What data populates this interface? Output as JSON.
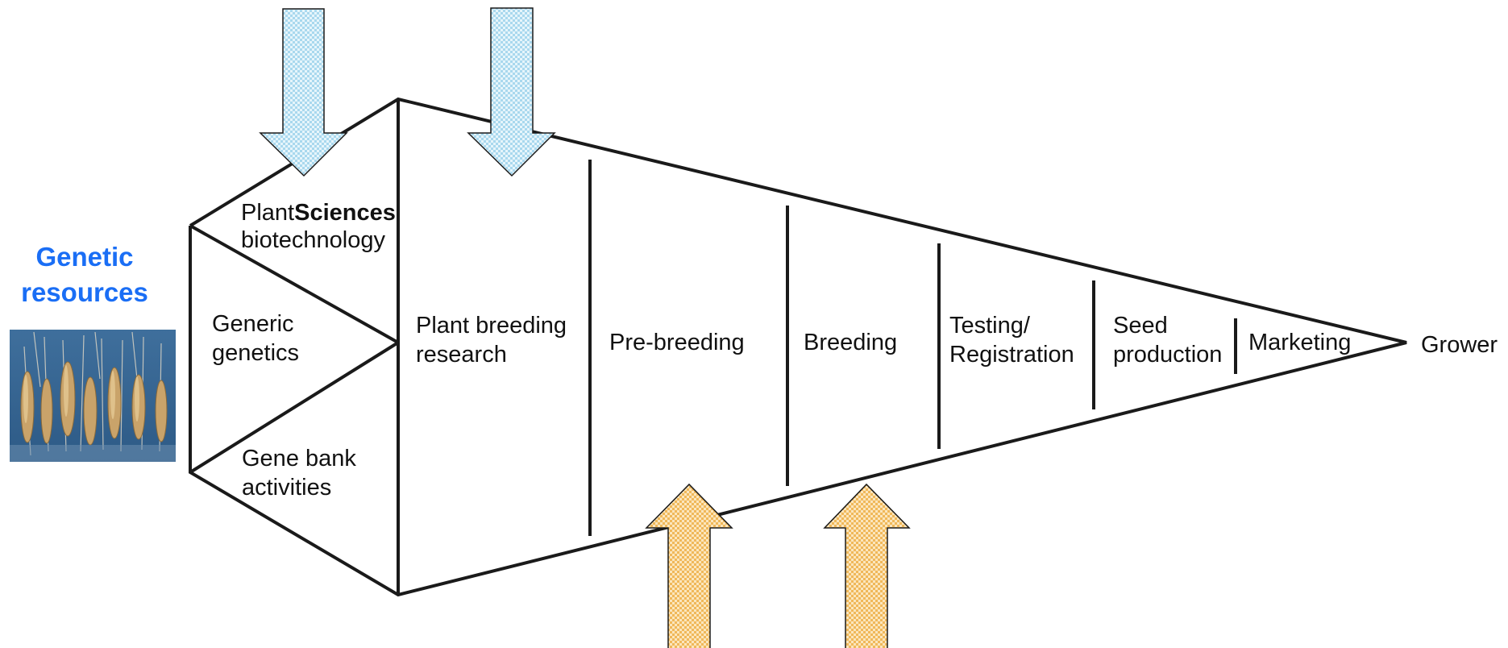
{
  "heading": {
    "line1": "Genetic",
    "line2": "resources",
    "color": "#1a6ef5"
  },
  "photo": {
    "subject": "wheat-ears-photo"
  },
  "labels": {
    "plant": "Plant",
    "sciences": "Sciences",
    "biotechnology": "biotechnology",
    "generic_genetics_1": "Generic",
    "generic_genetics_2": "genetics",
    "gene_bank_1": "Gene bank",
    "gene_bank_2": "activities",
    "plant_breeding_1": "Plant breeding",
    "plant_breeding_2": "research",
    "pre_breeding": "Pre-breeding",
    "breeding": "Breeding",
    "testing_1": "Testing/",
    "testing_2": "Registration",
    "seed_1": "Seed",
    "seed_2": "production",
    "marketing": "Marketing",
    "grower": "Grower"
  },
  "colors": {
    "outline": "#1a1a1a",
    "down_arrow_fill": "#cfe9f5",
    "up_arrow_fill": "#f7d9a0"
  }
}
